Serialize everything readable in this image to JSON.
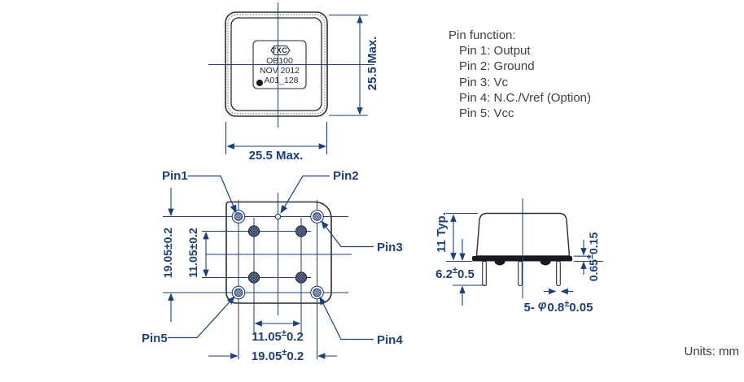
{
  "colors": {
    "line_navy": "#1f3f77",
    "outline_dark": "#2b2b33",
    "text_dark": "#3f3f3f"
  },
  "pin_function": {
    "title": "Pin function:",
    "items": [
      "Pin 1: Output",
      "Pin 2: Ground",
      "Pin 3: Vc",
      "Pin 4: N.C./Vref (Option)",
      "Pin 5: Vcc"
    ]
  },
  "units_note": "Units: mm",
  "top_view": {
    "marking": {
      "logo": "TXC",
      "model": "OB100",
      "date_code": "NOV 2012",
      "lot_code": "A01_128"
    },
    "width_dim": "25.5 Max.",
    "height_dim": "25.5 Max."
  },
  "bottom_view": {
    "pin_labels": {
      "pin1": "Pin1",
      "pin2": "Pin2",
      "pin3": "Pin3",
      "pin4": "Pin4",
      "pin5": "Pin5"
    },
    "dims": {
      "row_pitch_outer": "19.05±0.2",
      "row_pitch_inner": "11.05±0.2",
      "col_pitch_inner": {
        "value": "11.05",
        "pm": "±",
        "tol": "0.2"
      },
      "col_pitch_outer": {
        "value": "19.05",
        "pm": "±",
        "tol": "0.2"
      }
    }
  },
  "side_view": {
    "dims": {
      "body_height": "11 Typ.",
      "pin_length": {
        "value": "6.2",
        "pm": "±",
        "tol": "0.5"
      },
      "base_thickness": {
        "value": "0.65",
        "pm": "±",
        "tol": "0.15"
      },
      "pin_diameter": {
        "count_prefix": "5-",
        "phi": "φ",
        "value": "0.8",
        "pm": "±",
        "tol": "0.05"
      }
    }
  }
}
